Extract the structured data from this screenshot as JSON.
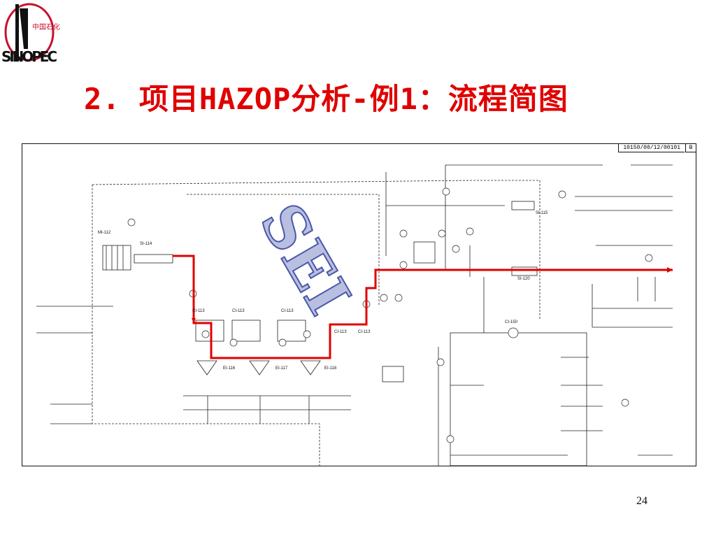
{
  "header": {
    "logo_text": "中国石化",
    "logo_brand": "SINOPEC",
    "title": "2. 项目HAZOP分析-例1：流程简图"
  },
  "drawing": {
    "doc_number": "10150/00/12/00101",
    "revision": "B",
    "watermark": "SEI",
    "tags": {
      "filter": "MI-112",
      "silencer_inlet": "SI-114",
      "stage1": "CI-113",
      "stage2": "CI-113",
      "stage3": "CI-113",
      "stage4": "CI-113",
      "stage5": "CI-113",
      "cooler1": "EI-116",
      "cooler2": "EI-117",
      "cooler3": "EI-118",
      "silencer_blowoff": "SI-115",
      "silencer_discharge": "SI-120",
      "expander": "CI-150"
    }
  },
  "footer": {
    "page_number": "24"
  },
  "colors": {
    "title": "#e00000",
    "main_flow": "#e00000",
    "logo_red": "#c8102e",
    "watermark_fill": "#b9bfe0",
    "watermark_stroke": "#4a57a8"
  }
}
